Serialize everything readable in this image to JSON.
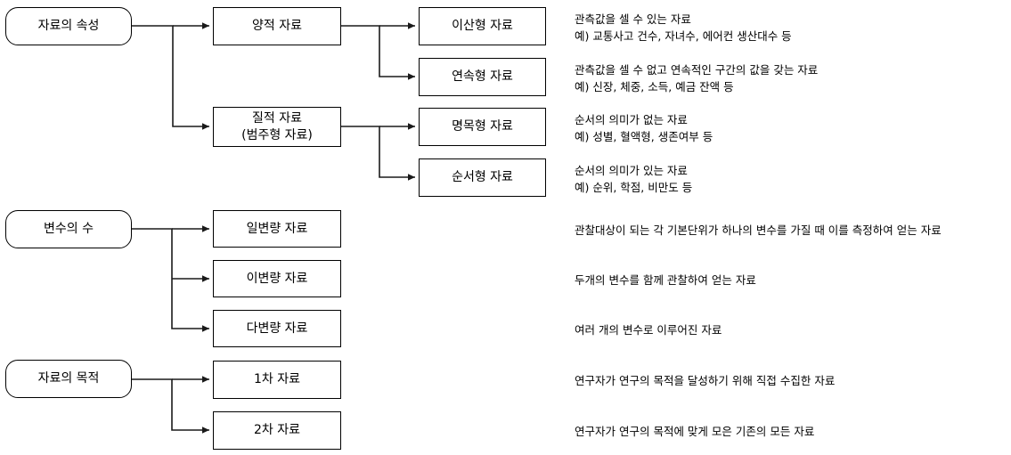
{
  "diagram": {
    "title_visible": false,
    "colors": {
      "stroke": "#1a1a1a",
      "box_border": "#000000",
      "background": "#ffffff",
      "text": "#000000"
    },
    "groups": [
      {
        "id": "attribute",
        "root": {
          "label": "자료의 속성"
        },
        "level2": [
          {
            "id": "quantitative",
            "label": "양적 자료"
          },
          {
            "id": "qualitative",
            "label": "질적 자료\n(범주형 자료)"
          }
        ],
        "level3": [
          {
            "id": "discrete",
            "label": "이산형 자료",
            "parent": "quantitative",
            "description": "관측값을 셀 수 있는 자료\n예) 교통사고 건수, 자녀수, 에어컨 생산대수 등"
          },
          {
            "id": "continuous",
            "label": "연속형 자료",
            "parent": "quantitative",
            "description": "관측값을 셀 수 없고 연속적인 구간의 값을 갖는 자료\n예) 신장, 체중, 소득, 예금 잔액 등"
          },
          {
            "id": "nominal",
            "label": "명목형 자료",
            "parent": "qualitative",
            "description": "순서의 의미가 없는 자료\n예) 성별, 혈액형, 생존여부 등"
          },
          {
            "id": "ordinal",
            "label": "순서형 자료",
            "parent": "qualitative",
            "description": "순서의 의미가 있는 자료\n예) 순위, 학점, 비만도 등"
          }
        ]
      },
      {
        "id": "variable-count",
        "root": {
          "label": "변수의 수"
        },
        "level2": [],
        "level3": [
          {
            "id": "univariate",
            "label": "일변량 자료",
            "parent": "variable-count",
            "description": "관찰대상이 되는 각 기본단위가 하나의 변수를 가질 때 이를 측정하여 얻는 자료"
          },
          {
            "id": "bivariate",
            "label": "이변량 자료",
            "parent": "variable-count",
            "description": "두개의 변수를 함께 관찰하여 얻는 자료"
          },
          {
            "id": "multivariate",
            "label": "다변량 자료",
            "parent": "variable-count",
            "description": "여러 개의 변수로 이루어진 자료"
          }
        ]
      },
      {
        "id": "purpose",
        "root": {
          "label": "자료의 목적"
        },
        "level2": [],
        "level3": [
          {
            "id": "primary",
            "label": "1차 자료",
            "parent": "purpose",
            "description": "연구자가 연구의 목적을 달성하기 위해 직접 수집한 자료"
          },
          {
            "id": "secondary",
            "label": "2차 자료",
            "parent": "purpose",
            "description": "연구자가 연구의 목적에 맞게 모은 기존의 모든 자료"
          }
        ]
      }
    ]
  }
}
